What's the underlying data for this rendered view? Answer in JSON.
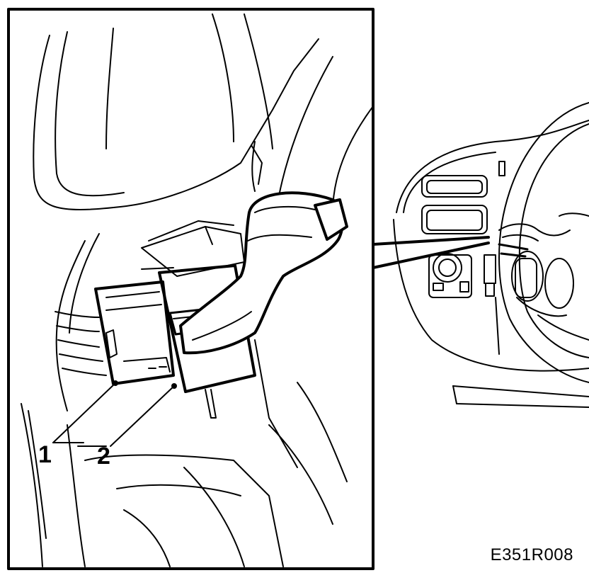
{
  "figure": {
    "callouts": [
      {
        "label": "1",
        "part": "connector-1"
      },
      {
        "label": "2",
        "part": "connector-2"
      }
    ],
    "figure_code": "E351R008"
  }
}
